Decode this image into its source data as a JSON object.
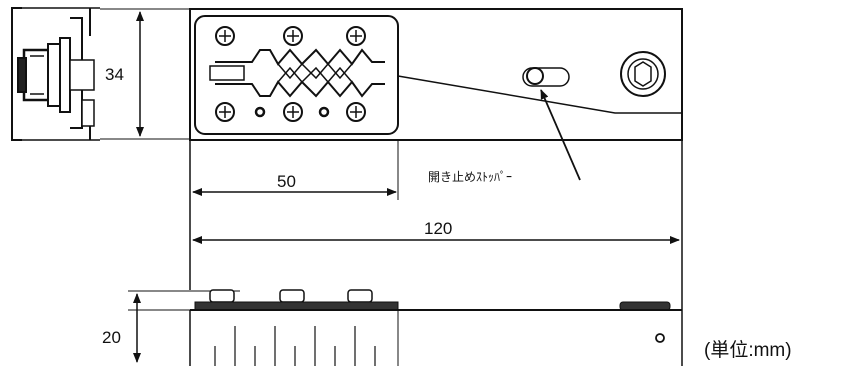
{
  "dimensions": {
    "height_top": "34",
    "length_short": "50",
    "length_total": "120",
    "height_bottom": "20"
  },
  "annotations": {
    "stopper_label": "開き止めｽﾄｯﾊﾟｰ"
  },
  "unit_label": "(単位:mm)"
}
